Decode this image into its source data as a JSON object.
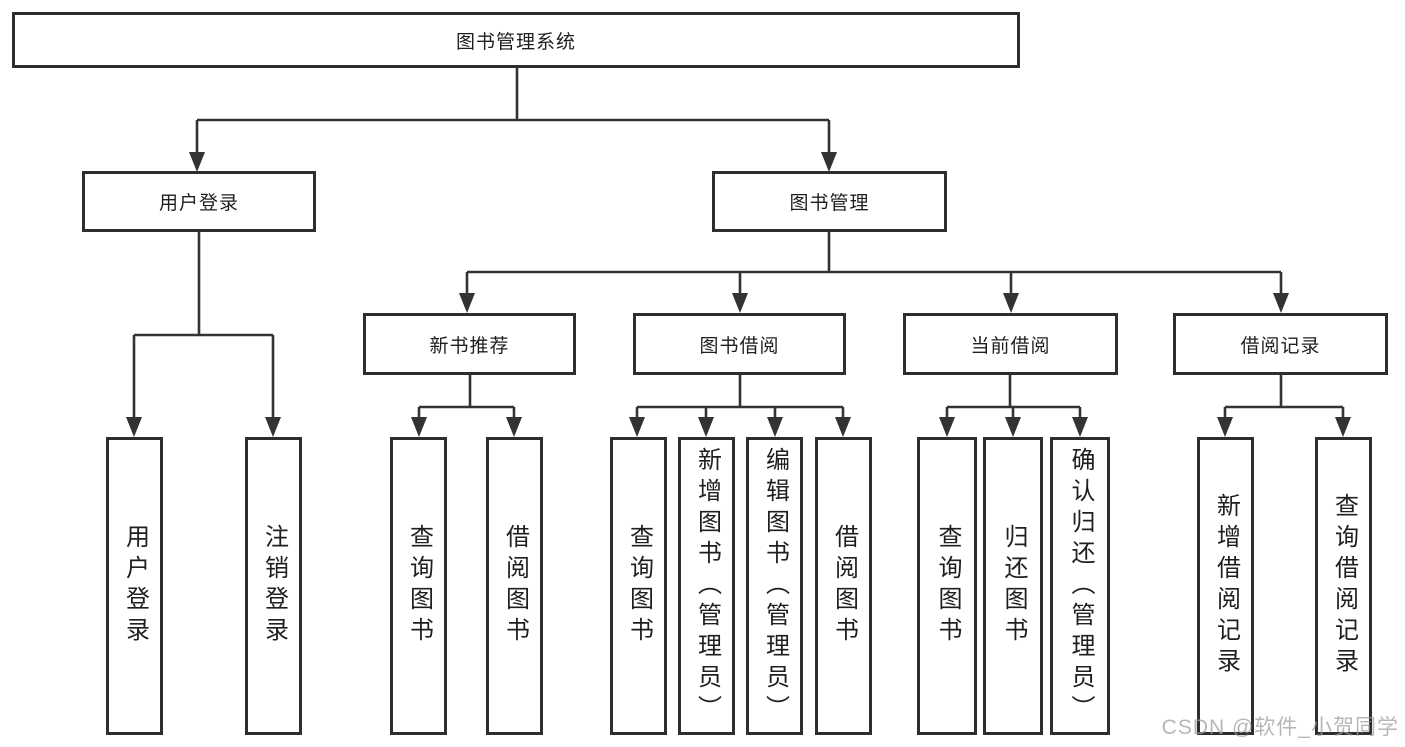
{
  "tree": {
    "root": "图书管理系统",
    "children": [
      {
        "label": "用户登录",
        "children": [
          "用户登录",
          "注销登录"
        ]
      },
      {
        "label": "图书管理",
        "children": [
          {
            "label": "新书推荐",
            "children": [
              "查询图书",
              "借阅图书"
            ]
          },
          {
            "label": "图书借阅",
            "children": [
              "查询图书",
              "新增图书（管理员）",
              "编辑图书（管理员）",
              "借阅图书"
            ]
          },
          {
            "label": "当前借阅",
            "children": [
              "查询图书",
              "归还图书",
              "确认归还（管理员）"
            ]
          },
          {
            "label": "借阅记录",
            "children": [
              "新增借阅记录",
              "查询借阅记录"
            ]
          }
        ]
      }
    ]
  },
  "watermark": "CSDN @软件_小贺同学",
  "colors": {
    "line": "#333333",
    "box_border": "#2e2e2e",
    "text": "#1f1f1f",
    "background": "#ffffff",
    "watermark": "#9f9f9f"
  }
}
